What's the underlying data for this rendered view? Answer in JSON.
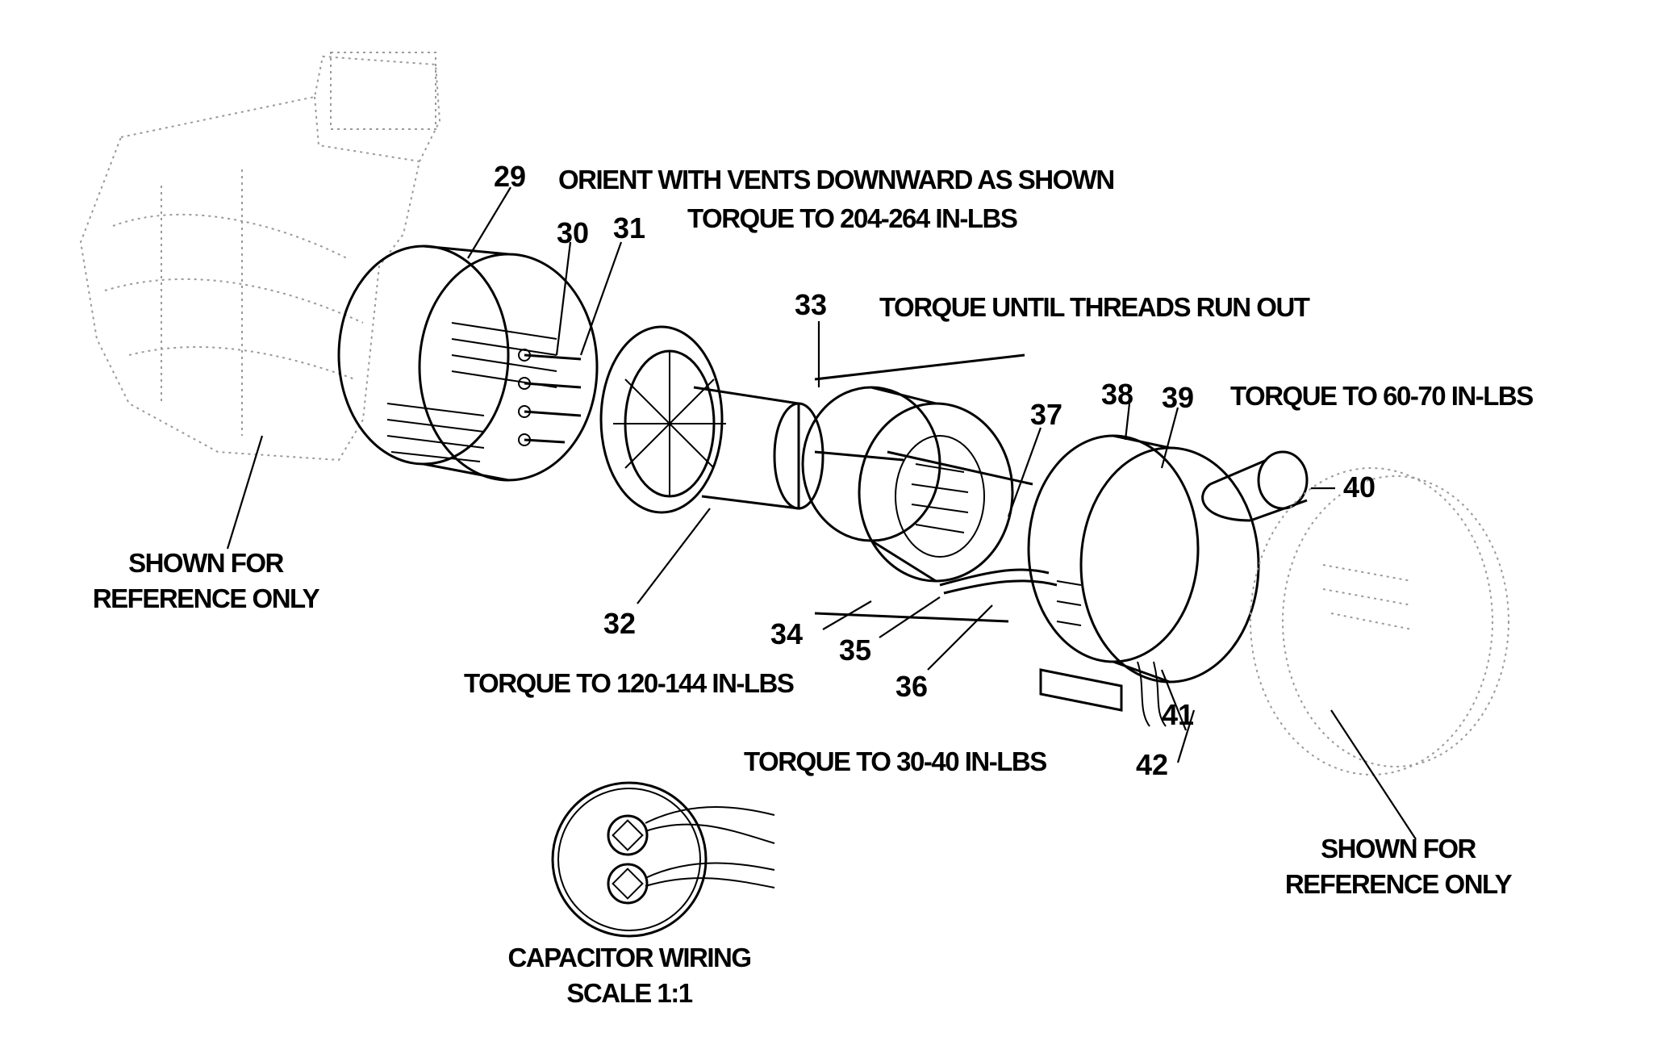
{
  "callouts": {
    "p29": "29",
    "p30": "30",
    "p31": "31",
    "p32": "32",
    "p33": "33",
    "p34": "34",
    "p35": "35",
    "p36": "36",
    "p37": "37",
    "p38": "38",
    "p39": "39",
    "p40": "40",
    "p41": "41",
    "p42": "42"
  },
  "notes": {
    "orient_vents": "ORIENT WITH VENTS DOWNWARD AS SHOWN",
    "torque_204_264": "TORQUE TO 204-264 IN-LBS",
    "torque_threads": "TORQUE UNTIL THREADS RUN OUT",
    "torque_60_70": "TORQUE TO 60-70 IN-LBS",
    "torque_120_144": "TORQUE TO 120-144 IN-LBS",
    "torque_30_40": "TORQUE TO 30-40 IN-LBS"
  },
  "reference": {
    "left_line1": "SHOWN FOR",
    "left_line2": "REFERENCE ONLY",
    "right_line1": "SHOWN FOR",
    "right_line2": "REFERENCE ONLY"
  },
  "capacitor": {
    "title_line1": "CAPACITOR WIRING",
    "title_line2": "SCALE 1:1"
  }
}
